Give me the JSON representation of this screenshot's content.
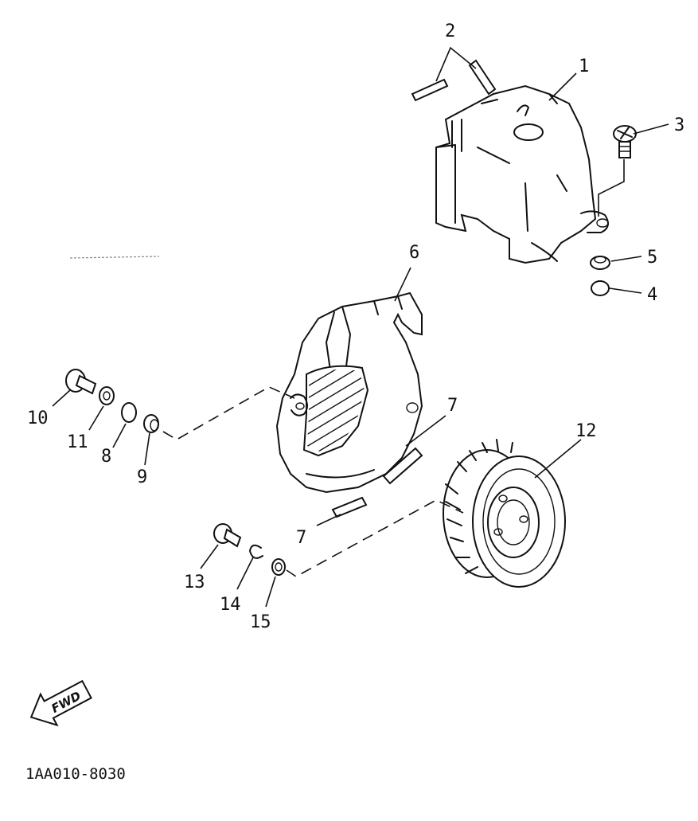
{
  "diagram": {
    "callouts": {
      "c1": "1",
      "c2": "2",
      "c3": "3",
      "c4": "4",
      "c5": "5",
      "c6": "6",
      "c7a": "7",
      "c7b": "7",
      "c8": "8",
      "c9": "9",
      "c10": "10",
      "c11": "11",
      "c12": "12",
      "c13": "13",
      "c14": "14",
      "c15": "15"
    },
    "fwd_label": "FWD",
    "reference_code": "1AA010-8030"
  }
}
